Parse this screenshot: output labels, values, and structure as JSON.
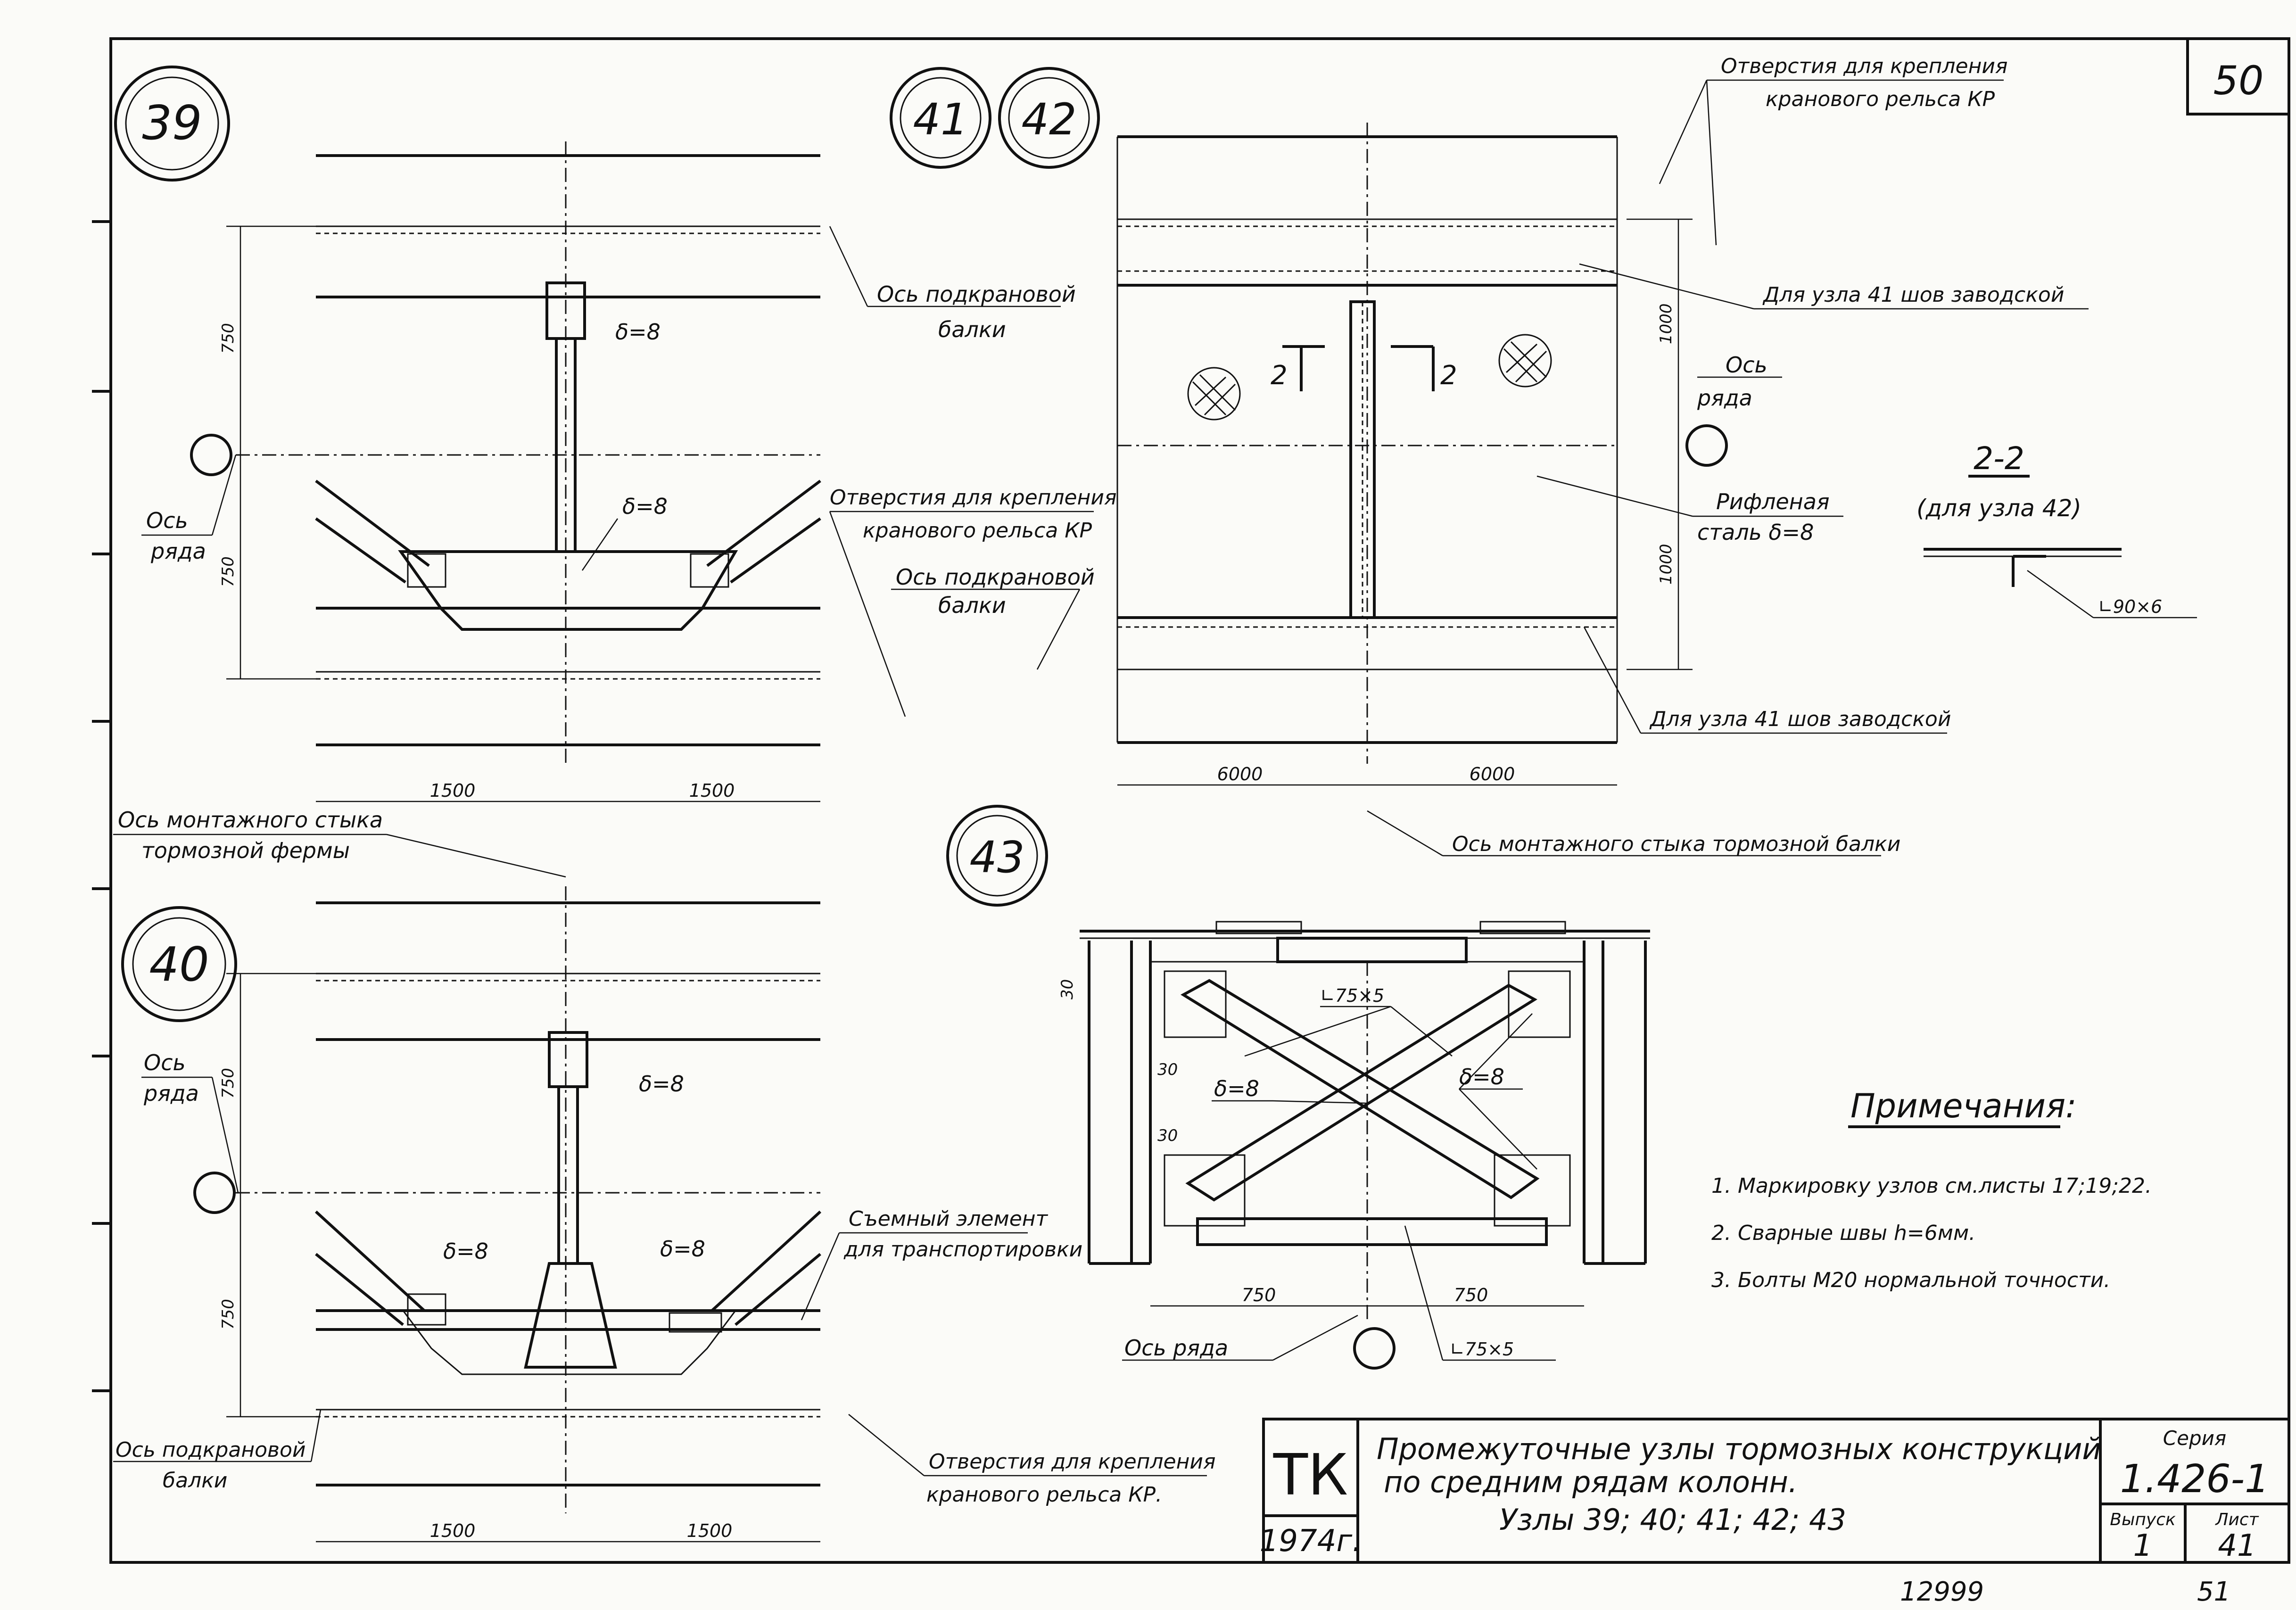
{
  "sheet": {
    "number": "50"
  },
  "nodes": {
    "n39": "39",
    "n40": "40",
    "n41": "41",
    "n42": "42",
    "n43": "43"
  },
  "labels": {
    "beam_axis_1": "Ось подкрановой",
    "beam_axis_2": "балки",
    "row_axis_1": "Ось",
    "row_axis_2": "ряда",
    "rail_holes_1": "Отверстия для крепления",
    "rail_holes_2": "кранового рельса КР",
    "rail_holes_2b": "кранового рельса КР.",
    "erection_joint_truss_1": "Ось монтажного стыка",
    "erection_joint_truss_2": "тормозной фермы",
    "erection_joint_beam": "Ось монтажного стыка тормозной балки",
    "factory_weld_41": "Для узла 41 шов заводской",
    "factory_weld_41b": "Для узла 41 шов заводской",
    "checkered_1": "Рифленая",
    "checkered_2": "сталь δ=8",
    "removable_1": "Съемный элемент",
    "removable_2": "для транспортировки",
    "row_axis_43": "Ось ряда",
    "delta8": "δ=8",
    "section_22": "2-2",
    "section_22_note": "(для узла 42)",
    "cut_2": "2",
    "angle_90x6": "∟90×6",
    "angle_75x5": "∟75×5"
  },
  "dimensions": {
    "d750": "750",
    "d1500": "1500",
    "d6000": "6000",
    "d1000": "1000",
    "d30": "30"
  },
  "notes": {
    "heading": "Примечания:",
    "items": [
      "1. Маркировку узлов см.листы 17;19;22.",
      "2. Сварные швы h=6мм.",
      "3. Болты М20 нормальной точности."
    ]
  },
  "title_block": {
    "org": "ТК",
    "year": "1974г.",
    "title_line1": "Промежуточные узлы тормозных конструкций",
    "title_line2": "по средним рядам колонн.",
    "title_line3": "Узлы 39; 40; 41; 42; 43",
    "series_label": "Серия",
    "series_value": "1.426-1",
    "issue_label": "Выпуск",
    "issue_value": "1",
    "sheet_label": "Лист",
    "sheet_value": "41"
  },
  "footer": {
    "archive_no": "12999",
    "page_no": "51"
  }
}
